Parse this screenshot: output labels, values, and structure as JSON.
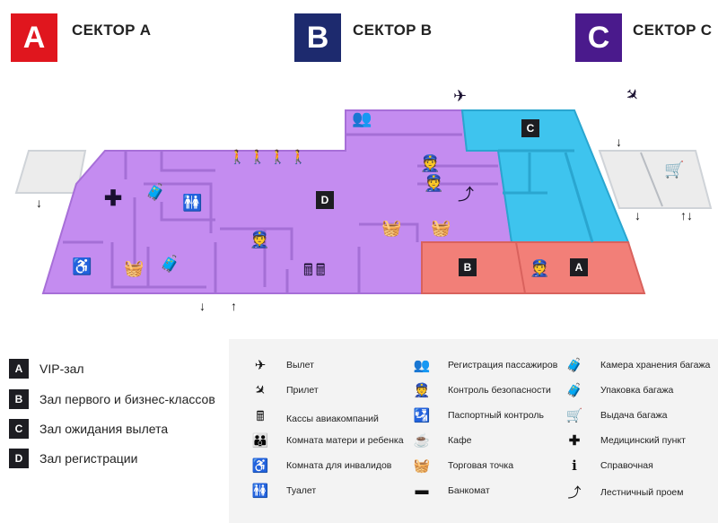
{
  "header": {
    "sectors": [
      {
        "letter": "A",
        "title": "СЕКТОР А",
        "color": "#e0161e"
      },
      {
        "letter": "B",
        "title": "СЕКТОР В",
        "color": "#1d2a6e"
      },
      {
        "letter": "C",
        "title": "СЕКТОР С",
        "color": "#4a1a8c"
      }
    ]
  },
  "map": {
    "zone_labels": {
      "A": "A",
      "B": "B",
      "C": "C",
      "D": "D"
    },
    "colors": {
      "registration": "#c48cf0",
      "waiting": "#3ec4ee",
      "business": "#f27f78",
      "outside": "#ececec"
    }
  },
  "zones_legend": [
    {
      "letter": "A",
      "label": "VIP-зал"
    },
    {
      "letter": "B",
      "label": "Зал первого и бизнес-классов"
    },
    {
      "letter": "C",
      "label": "Зал ожидания вылета"
    },
    {
      "letter": "D",
      "label": "Зал регистрации"
    }
  ],
  "legend": [
    [
      {
        "icon": "departure-icon",
        "label": "Вылет"
      },
      {
        "icon": "arrival-icon",
        "label": "Прилет"
      },
      {
        "icon": "ticket-office-icon",
        "label": "Кассы авиакомпаний"
      },
      {
        "icon": "mother-child-room-icon",
        "label": "Комната матери и ребенка"
      },
      {
        "icon": "wheelchair-icon",
        "label": "Комната для инвалидов"
      },
      {
        "icon": "toilet-icon",
        "label": "Туалет"
      }
    ],
    [
      {
        "icon": "check-in-icon",
        "label": "Регистрация пассажиров"
      },
      {
        "icon": "security-control-icon",
        "label": "Контроль безопасности"
      },
      {
        "icon": "passport-control-icon",
        "label": "Паспортный контроль"
      },
      {
        "icon": "cafe-icon",
        "label": "Кафе"
      },
      {
        "icon": "shop-icon",
        "label": "Торговая точка"
      },
      {
        "icon": "atm-icon",
        "label": "Банкомат"
      }
    ],
    [
      {
        "icon": "luggage-storage-icon",
        "label": "Камера хранения багажа"
      },
      {
        "icon": "luggage-wrapping-icon",
        "label": "Упаковка багажа"
      },
      {
        "icon": "baggage-claim-icon",
        "label": "Выдача багажа"
      },
      {
        "icon": "medical-icon",
        "label": "Медицинский пункт"
      },
      {
        "icon": "info-icon",
        "label": "Справочная"
      },
      {
        "icon": "stairs-icon",
        "label": "Лестничный проем"
      }
    ]
  ]
}
